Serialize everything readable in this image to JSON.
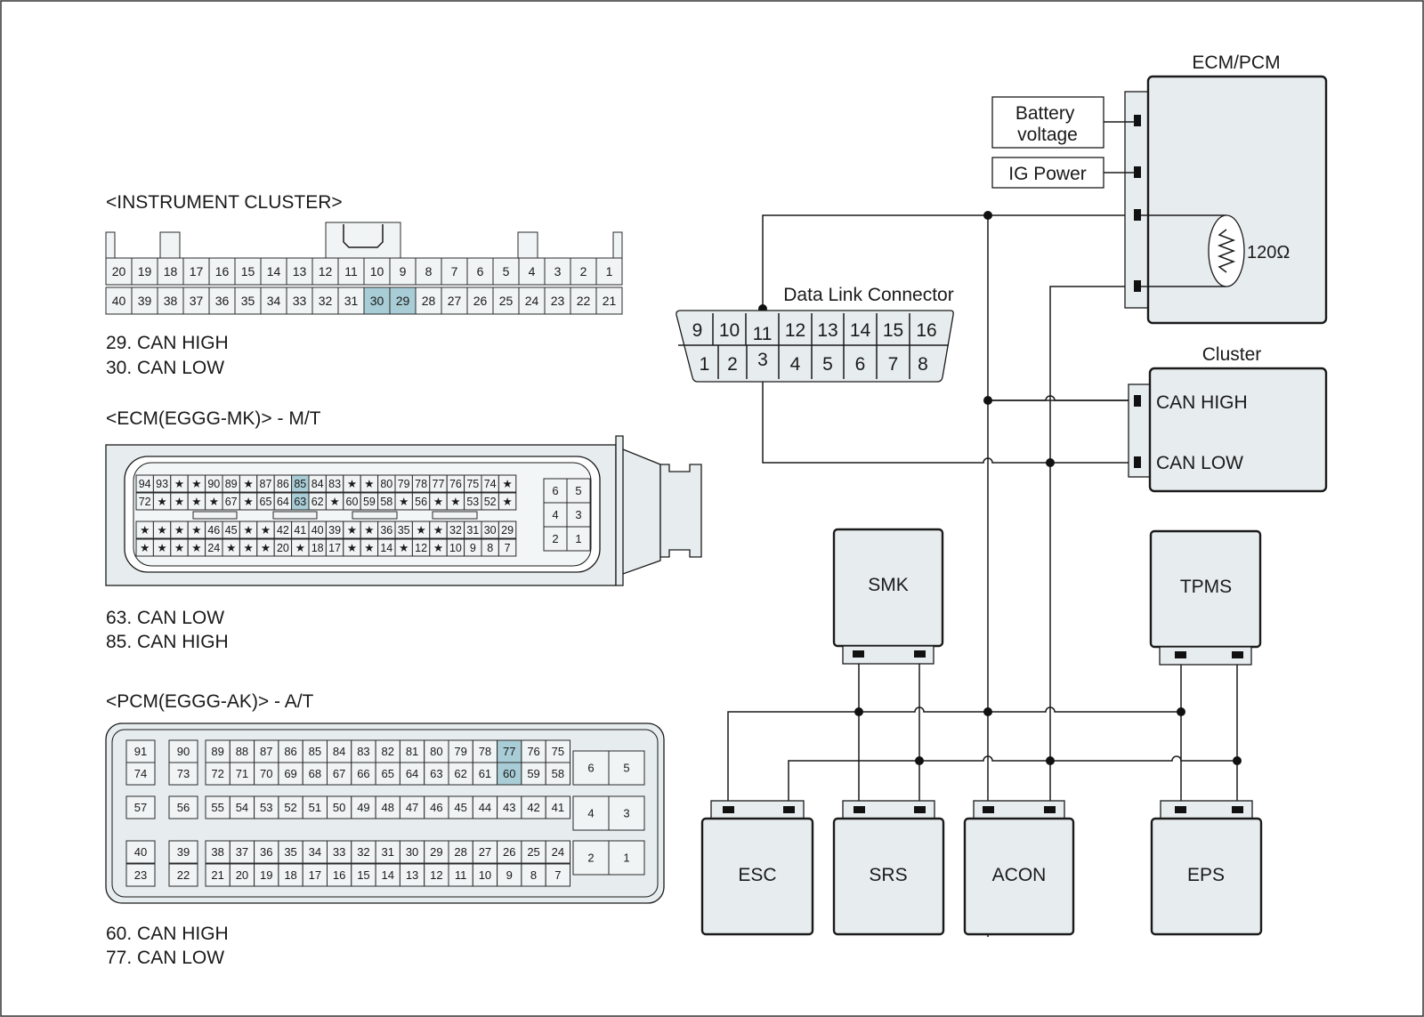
{
  "colors": {
    "background": "#ffffff",
    "module_fill": "#e7ecee",
    "cell_fill": "#f0f4f5",
    "highlight": "#a9cdd6",
    "line": "#1a1a1a"
  },
  "instrument_cluster": {
    "title": "<INSTRUMENT CLUSTER>",
    "row1": [
      "20",
      "19",
      "18",
      "17",
      "16",
      "15",
      "14",
      "13",
      "12",
      "11",
      "10",
      "9",
      "8",
      "7",
      "6",
      "5",
      "4",
      "3",
      "2",
      "1"
    ],
    "row2": [
      "40",
      "39",
      "38",
      "37",
      "36",
      "35",
      "34",
      "33",
      "32",
      "31",
      "30",
      "29",
      "28",
      "27",
      "26",
      "25",
      "24",
      "23",
      "22",
      "21"
    ],
    "highlight": [
      "29",
      "30"
    ],
    "notes": [
      "29. CAN HIGH",
      "30. CAN LOW"
    ]
  },
  "ecm_connector": {
    "title": "<ECM(EGGG-MK)> - M/T",
    "rows": [
      [
        "94",
        "93",
        "★",
        "★",
        "90",
        "89",
        "★",
        "87",
        "86",
        "85",
        "84",
        "83",
        "★",
        "★",
        "80",
        "79",
        "78",
        "77",
        "76",
        "75",
        "74",
        "★"
      ],
      [
        "72",
        "★",
        "★",
        "★",
        "★",
        "67",
        "★",
        "65",
        "64",
        "63",
        "62",
        "★",
        "60",
        "59",
        "58",
        "★",
        "56",
        "★",
        "★",
        "53",
        "52",
        "★"
      ],
      [
        "★",
        "★",
        "★",
        "★",
        "46",
        "45",
        "★",
        "★",
        "42",
        "41",
        "40",
        "39",
        "★",
        "★",
        "36",
        "35",
        "★",
        "★",
        "32",
        "31",
        "30",
        "29"
      ],
      [
        "★",
        "★",
        "★",
        "★",
        "24",
        "★",
        "★",
        "★",
        "20",
        "★",
        "18",
        "17",
        "★",
        "★",
        "14",
        "★",
        "12",
        "★",
        "10",
        "9",
        "8",
        "7"
      ]
    ],
    "side_pins": [
      [
        "6",
        "5"
      ],
      [
        "4",
        "3"
      ],
      [
        "2",
        "1"
      ]
    ],
    "highlight": [
      "63",
      "85"
    ],
    "notes": [
      "63. CAN LOW",
      "85. CAN HIGH"
    ]
  },
  "pcm_connector": {
    "title": "<PCM(EGGG-AK)> - A/T",
    "left_pairs": [
      [
        [
          "91",
          "74"
        ],
        [
          "90",
          "73"
        ]
      ],
      [
        [
          "57"
        ],
        [
          "56"
        ]
      ],
      [
        [
          "40",
          "23"
        ],
        [
          "39",
          "22"
        ]
      ]
    ],
    "blocks": [
      [
        [
          "89",
          "88",
          "87",
          "86",
          "85",
          "84",
          "83",
          "82",
          "81",
          "80",
          "79",
          "78",
          "77",
          "76",
          "75"
        ],
        [
          "72",
          "71",
          "70",
          "69",
          "68",
          "67",
          "66",
          "65",
          "64",
          "63",
          "62",
          "61",
          "60",
          "59",
          "58"
        ]
      ],
      [
        [
          "55",
          "54",
          "53",
          "52",
          "51",
          "50",
          "49",
          "48",
          "47",
          "46",
          "45",
          "44",
          "43",
          "42",
          "41"
        ]
      ],
      [
        [
          "38",
          "37",
          "36",
          "35",
          "34",
          "33",
          "32",
          "31",
          "30",
          "29",
          "28",
          "27",
          "26",
          "25",
          "24"
        ],
        [
          "21",
          "20",
          "19",
          "18",
          "17",
          "16",
          "15",
          "14",
          "13",
          "12",
          "11",
          "10",
          "9",
          "8",
          "7"
        ]
      ]
    ],
    "side_pins": [
      [
        "6",
        "5"
      ],
      [
        "4",
        "3"
      ],
      [
        "2",
        "1"
      ]
    ],
    "highlight": [
      "60",
      "77"
    ],
    "notes": [
      "60. CAN HIGH",
      "77. CAN LOW"
    ]
  },
  "dlc": {
    "label": "Data Link Connector",
    "top": [
      "9",
      "10",
      "11",
      "12",
      "13",
      "14",
      "15",
      "16"
    ],
    "bottom": [
      "1",
      "2",
      "3",
      "4",
      "5",
      "6",
      "7",
      "8"
    ]
  },
  "ecm_pcm": {
    "title": "ECM/PCM",
    "battery": "Battery\nvoltage",
    "ig_power": "IG Power",
    "resistor": "120Ω"
  },
  "cluster": {
    "title": "Cluster",
    "can_high": "CAN HIGH",
    "can_low": "CAN LOW"
  },
  "modules": {
    "smk": "SMK",
    "tpms": "TPMS",
    "esc": "ESC",
    "srs": "SRS",
    "acon": "ACON",
    "eps": "EPS"
  }
}
